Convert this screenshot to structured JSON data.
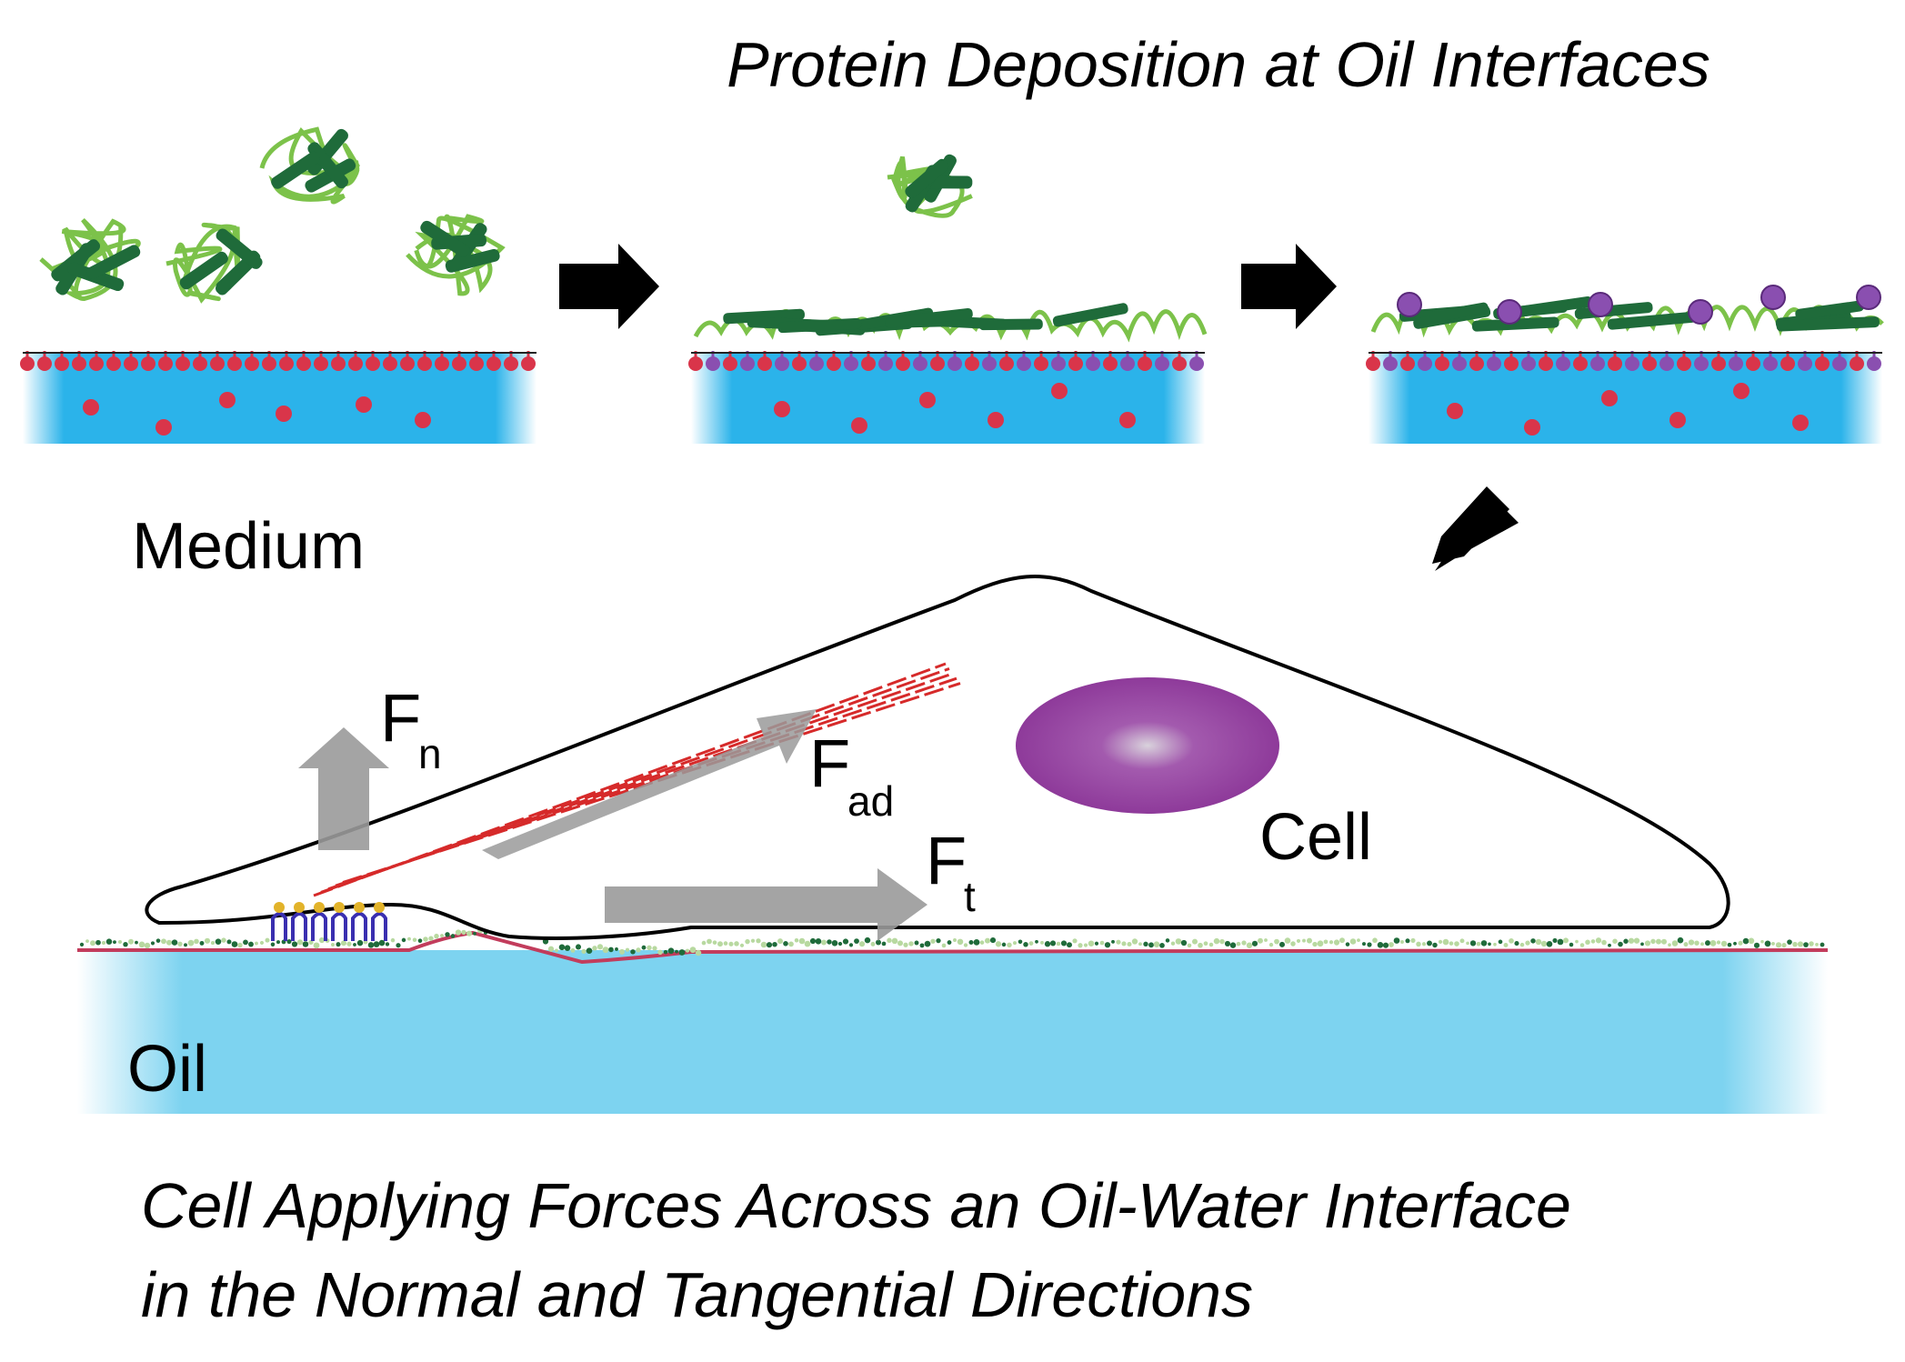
{
  "top_title": "Protein Deposition at Oil Interfaces",
  "labels": {
    "medium": "Medium",
    "oil": "Oil",
    "cell": "Cell"
  },
  "forces": {
    "normal": {
      "main": "F",
      "sub": "n"
    },
    "adhesion": {
      "main": "F",
      "sub": "ad"
    },
    "tangential": {
      "main": "F",
      "sub": "t"
    }
  },
  "bottom_caption": {
    "line1": "Cell Applying Forces Across an Oil-Water Interface",
    "line2": "in the Normal and Tangential Directions"
  },
  "colors": {
    "water": "#2bb3ea",
    "oil": "#7dd3f0",
    "surfactant": "#d9354a",
    "anchor": "#8a4fb0",
    "protein_dark": "#1f6b3a",
    "protein_light": "#7cc24a",
    "nucleus": "#8e3a9a",
    "arrow_gray": "#9a9a9a",
    "fiber_red": "#d62a2a"
  }
}
